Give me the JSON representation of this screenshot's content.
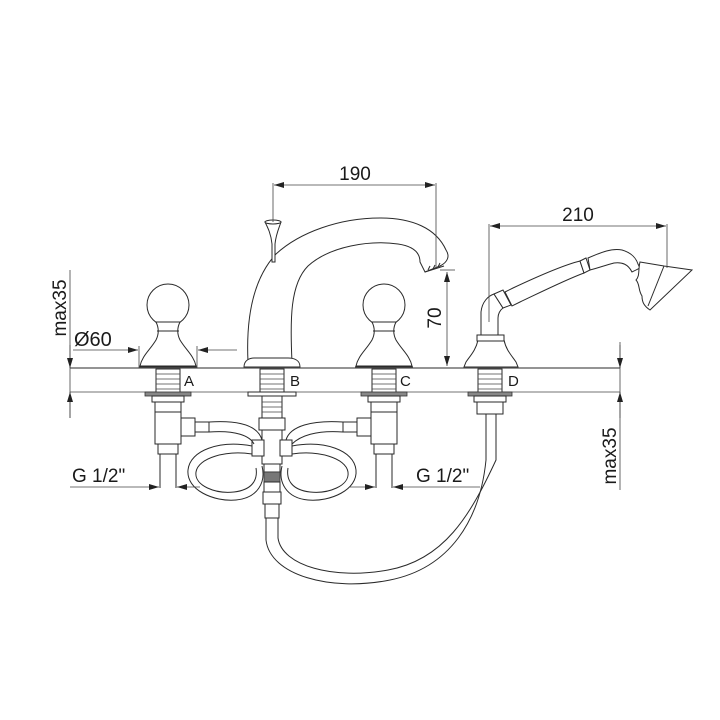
{
  "drawing": {
    "subject": "3-hole bath mixer with hand shower, technical dimension drawing",
    "dimensions": {
      "spout_reach": "190",
      "shower_length": "210",
      "spout_height": "70",
      "handle_diameter": "Ø60",
      "deck_thickness_left": "max35",
      "deck_thickness_right": "max35",
      "inlet_left": "G 1/2\"",
      "inlet_right": "G 1/2\""
    },
    "mount_points": {
      "a": "A",
      "b": "B",
      "c": "C",
      "d": "D"
    },
    "colors": {
      "line": "#2a2a2a",
      "background": "#ffffff",
      "flange": "#888888"
    }
  }
}
